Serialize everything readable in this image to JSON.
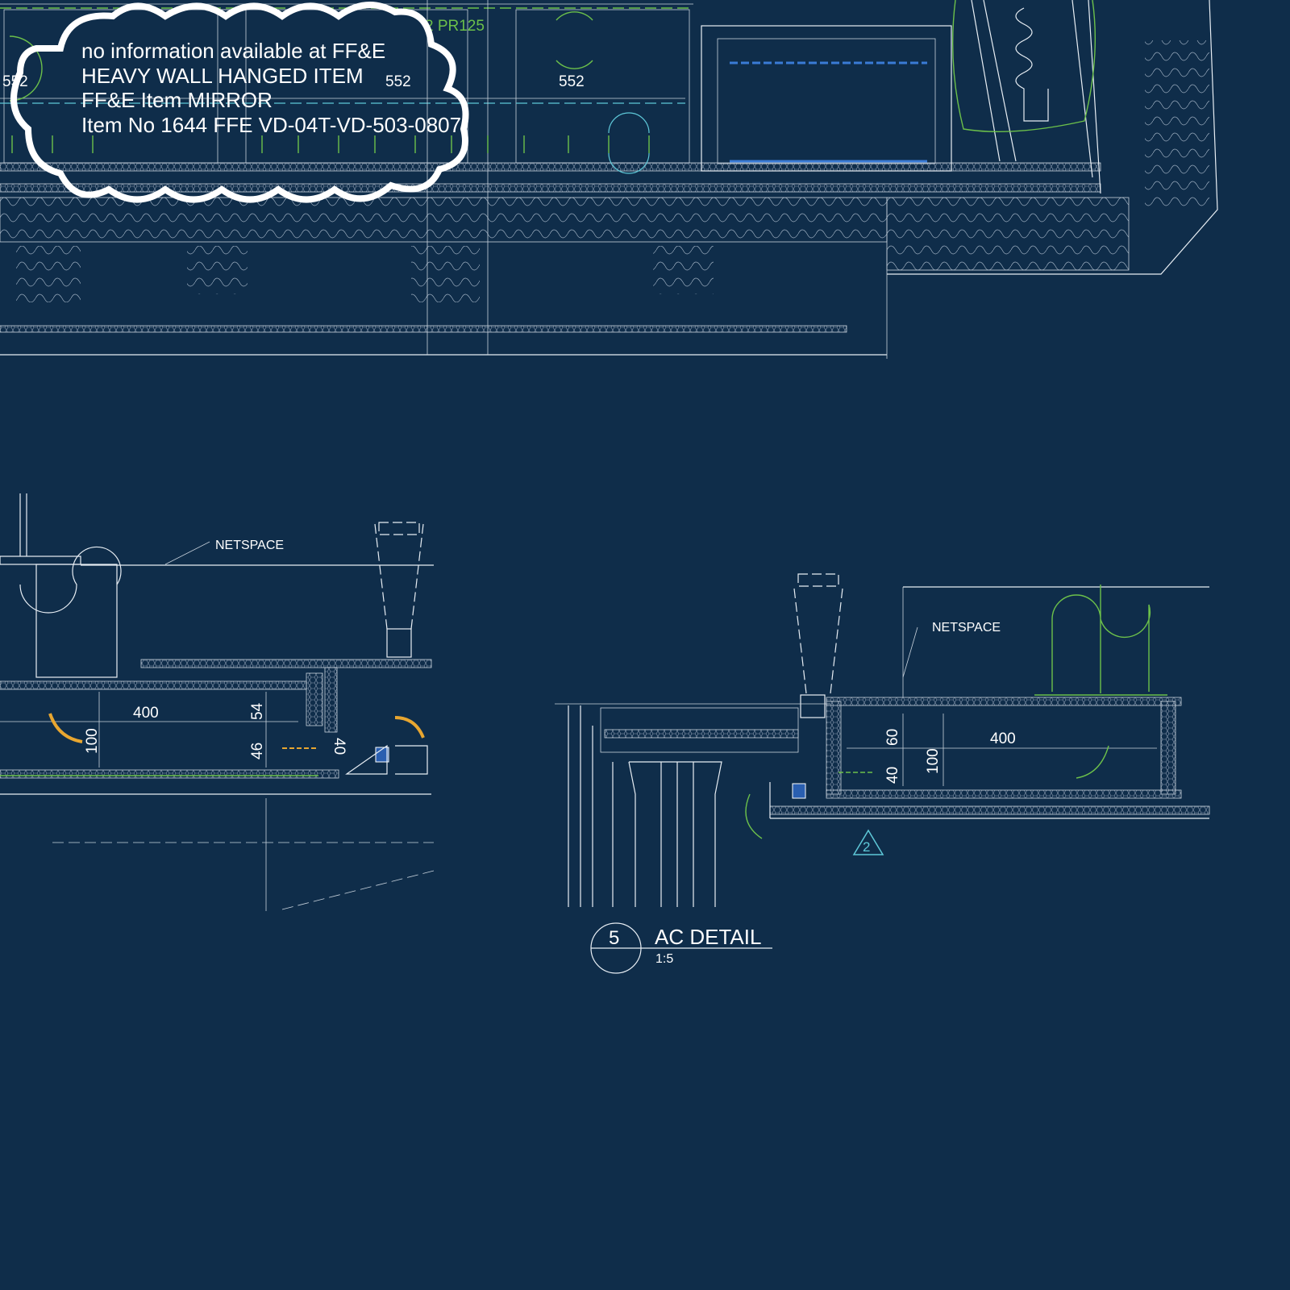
{
  "cloud_note": {
    "lines": [
      "no information available at FF&E",
      "HEAVY WALL HANGED ITEM",
      "FF&E Item MIRROR",
      "Item No 1644 FFE VD-04T-VD-503-0807"
    ]
  },
  "plan": {
    "dims": [
      "552",
      "552",
      "552"
    ],
    "tag": "2 PR125"
  },
  "section_left": {
    "netspace": "NETSPACE",
    "dim_width": "400",
    "dim_height": "100",
    "dim_upper": "54",
    "dim_lower": "46",
    "dim_gap": "40"
  },
  "section_right": {
    "netspace": "NETSPACE",
    "dim_width": "400",
    "dim_height": "100",
    "dim_upper": "60",
    "dim_lower": "40",
    "revision_tag": "2"
  },
  "title_block": {
    "number": "5",
    "title": "AC DETAIL",
    "scale": "1:5"
  },
  "colors": {
    "background": "#0f2d4a",
    "linework": "#e8eef4",
    "green": "#6cc04a",
    "cyan": "#5ec8d8",
    "airflow": "#e8a630"
  }
}
